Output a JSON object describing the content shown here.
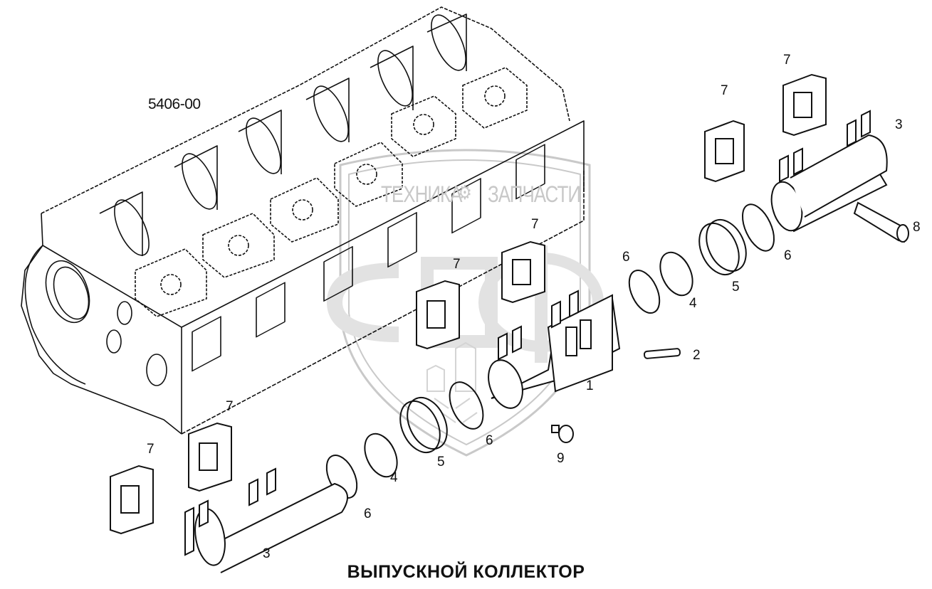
{
  "diagram": {
    "title": "ВЫПУСКНОЙ КОЛЛЕКТОР",
    "engine_code": "5406-00",
    "subject": "exploded view of exhaust manifold on cylinder head",
    "watermark": {
      "left_text": "ТЕХНИКА",
      "right_text": "ЗАПЧАСТИ",
      "logo_letters": "СПФ",
      "icon": "gear-icon",
      "color": "#c8c8c8"
    },
    "line_color": "#111111",
    "background": "#ffffff",
    "callouts": [
      {
        "id": "c1",
        "label": "1",
        "part": "center manifold section"
      },
      {
        "id": "c2",
        "label": "2",
        "part": "stud"
      },
      {
        "id": "c3a",
        "label": "3",
        "part": "end manifold section (right)"
      },
      {
        "id": "c3b",
        "label": "3",
        "part": "end manifold section (left)"
      },
      {
        "id": "c4a",
        "label": "4",
        "part": "sleeve (right)"
      },
      {
        "id": "c4b",
        "label": "4",
        "part": "sleeve (left)"
      },
      {
        "id": "c5a",
        "label": "5",
        "part": "bellows compensator (right)"
      },
      {
        "id": "c5b",
        "label": "5",
        "part": "bellows compensator (left)"
      },
      {
        "id": "c6a",
        "label": "6",
        "part": "clamp"
      },
      {
        "id": "c6b",
        "label": "6",
        "part": "clamp"
      },
      {
        "id": "c6c",
        "label": "6",
        "part": "clamp"
      },
      {
        "id": "c6d",
        "label": "6",
        "part": "clamp"
      },
      {
        "id": "c7a",
        "label": "7",
        "part": "gasket"
      },
      {
        "id": "c7b",
        "label": "7",
        "part": "gasket"
      },
      {
        "id": "c7c",
        "label": "7",
        "part": "gasket"
      },
      {
        "id": "c7d",
        "label": "7",
        "part": "gasket"
      },
      {
        "id": "c7e",
        "label": "7",
        "part": "gasket"
      },
      {
        "id": "c7f",
        "label": "7",
        "part": "gasket"
      },
      {
        "id": "c8",
        "label": "8",
        "part": "bolt"
      },
      {
        "id": "c9",
        "label": "9",
        "part": "plug"
      }
    ]
  }
}
